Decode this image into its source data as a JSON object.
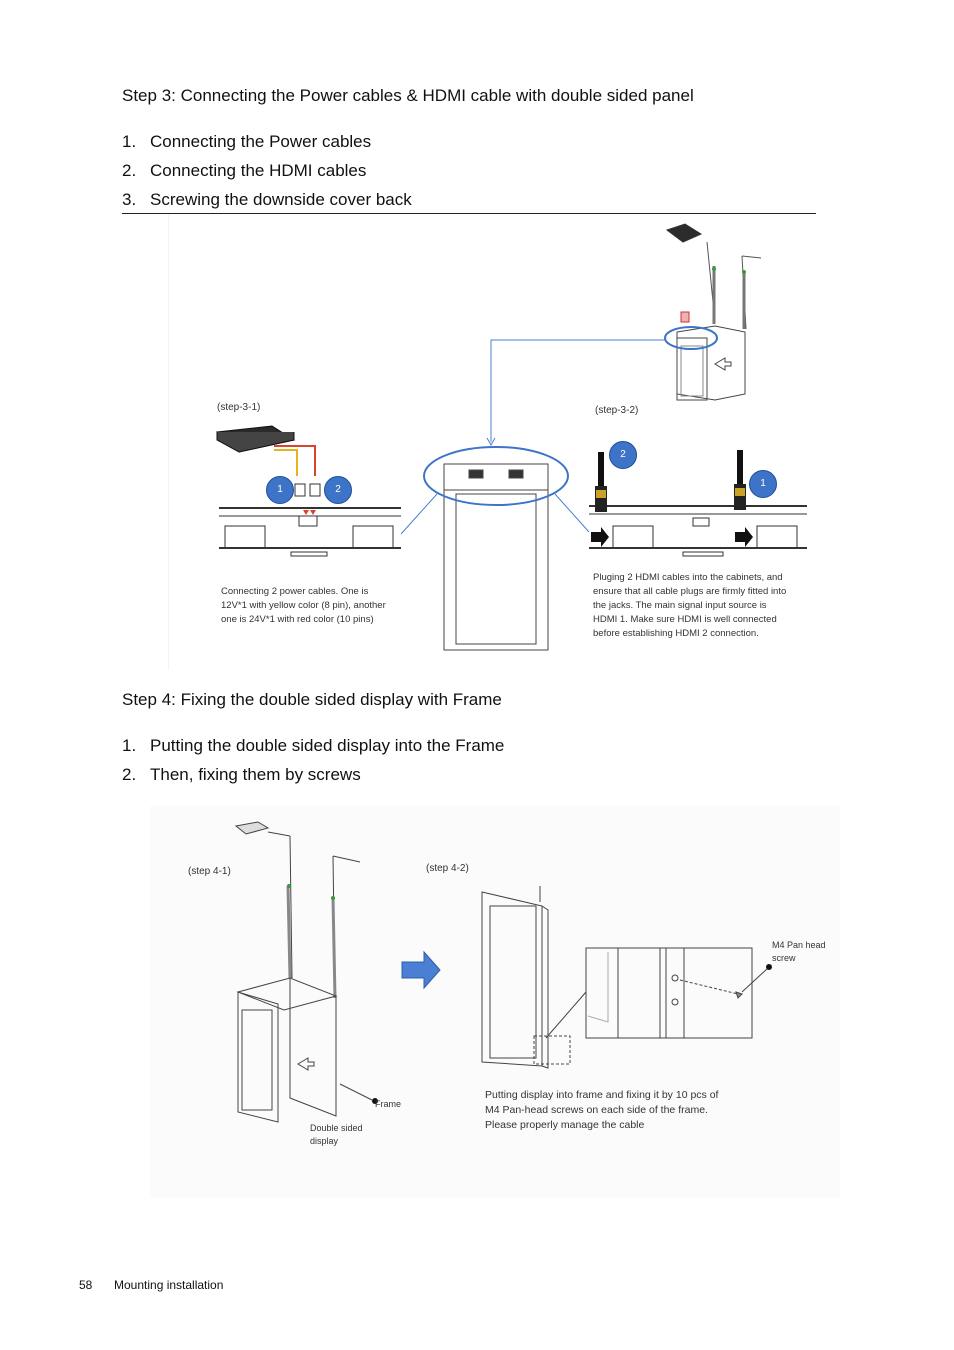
{
  "step3": {
    "heading": "Step 3: Connecting the Power cables & HDMI cable with double sided panel",
    "items": [
      {
        "num": "1.",
        "text": "Connecting the Power cables"
      },
      {
        "num": "2.",
        "text": "Connecting the HDMI cables"
      },
      {
        "num": "3.",
        "text": "Screwing the downside cover back"
      }
    ]
  },
  "figure1": {
    "label_left": "(step-3-1)",
    "label_right": "(step-3-2)",
    "badges_left": [
      "1",
      "2"
    ],
    "badges_right": [
      "2",
      "1"
    ],
    "caption_left": [
      "Connecting 2 power cables. One is",
      "12V*1 with yellow color (8 pin), another",
      "one is 24V*1 with red color (10 pins)"
    ],
    "caption_right": [
      "Pluging 2 HDMI cables into the cabinets, and",
      "ensure that all cable plugs are firmly fitted into",
      "the jacks. The main signal input source is",
      "HDMI 1. Make sure HDMI is well connected",
      "before establishing HDMI 2 connection."
    ]
  },
  "step4": {
    "heading": "Step 4: Fixing the double sided display with Frame",
    "items": [
      {
        "num": "1.",
        "text": "Putting the double sided display into the Frame"
      },
      {
        "num": "2.",
        "text": "Then, fixing them by screws"
      }
    ]
  },
  "figure2": {
    "label_left": "(step 4-1)",
    "label_right": "(step 4-2)",
    "frame_label": "Frame",
    "display_label": [
      "Double sided",
      "display"
    ],
    "screw_label": [
      "M4 Pan head",
      "screw"
    ],
    "caption": [
      "Putting display into frame and fixing it by 10 pcs of",
      "M4 Pan-head screws on each side of the frame.",
      "Please  properly manage the cable"
    ]
  },
  "footer": {
    "page_number": "58",
    "section": "Mounting installation"
  },
  "colors": {
    "accent_blue": "#3d74c7",
    "power_red": "#d9442b",
    "power_yellow": "#e8b21e",
    "arrow_blue": "#4a7fd4"
  }
}
